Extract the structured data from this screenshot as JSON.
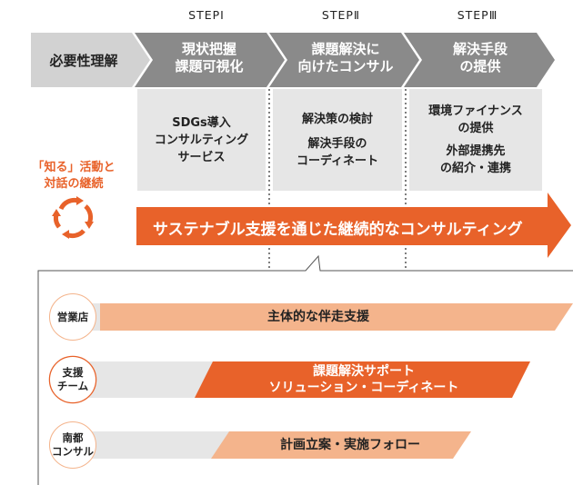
{
  "steps": [
    {
      "label": "STEPⅠ",
      "title_line1": "現状把握",
      "title_line2": "課題可視化"
    },
    {
      "label": "STEPⅡ",
      "title_line1": "課題解決に",
      "title_line2": "向けたコンサル"
    },
    {
      "label": "STEPⅢ",
      "title_line1": "解決手段",
      "title_line2": "の提供"
    }
  ],
  "first_arrow": {
    "label": "必要性理解"
  },
  "boxes": [
    {
      "lines": [
        "SDGs導入",
        "コンサルティング",
        "サービス"
      ]
    },
    {
      "lines": [
        "解決策の検討",
        "",
        "解決手段の",
        "コーディネート"
      ]
    },
    {
      "lines": [
        "環境ファイナンス",
        "の提供",
        "",
        "外部提携先",
        "の紹介・連携"
      ]
    }
  ],
  "side_note": {
    "line1": "「知る」活動と",
    "line2": "対話の継続"
  },
  "banner": {
    "text": "サステナブル支援を通じた継続的なコンサルティング"
  },
  "rows": [
    {
      "circle_line1": "営業店",
      "circle_line2": "",
      "bar_line1": "主体的な伴走支援",
      "bar_line2": ""
    },
    {
      "circle_line1": "支援",
      "circle_line2": "チーム",
      "bar_line1": "課題解決サポート",
      "bar_line2": "ソリューション・コーディネート"
    },
    {
      "circle_line1": "南都",
      "circle_line2": "コンサル",
      "bar_line1": "計画立案・実施フォロー",
      "bar_line2": ""
    }
  ],
  "colors": {
    "orange": "#e8622a",
    "light_orange": "#f4b48c",
    "gray": "#e6e6e6",
    "arrow_gray": "#8a8a8a",
    "first_gray": "#d2d2d2"
  }
}
